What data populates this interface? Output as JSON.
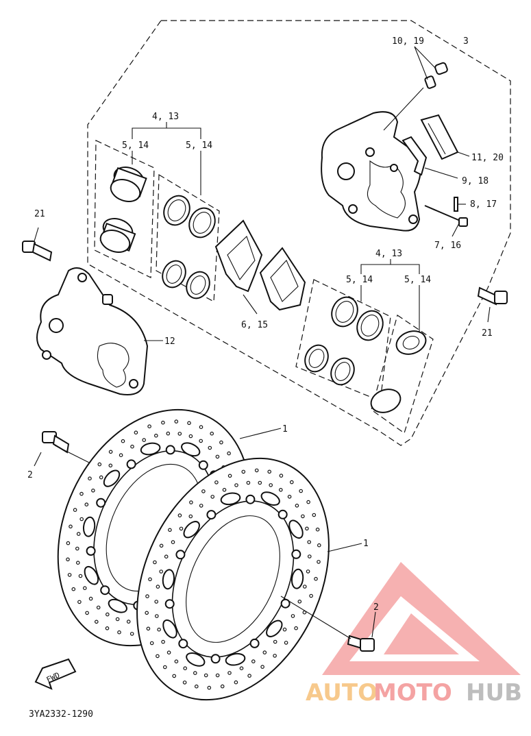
{
  "labels": {
    "l_10_19": "10, 19",
    "l_3": "3",
    "l_4_13_top": "4, 13",
    "l_5_14_a": "5, 14",
    "l_5_14_b": "5, 14",
    "l_11_20": "11, 20",
    "l_9_18": "9, 18",
    "l_8_17": "8, 17",
    "l_7_16": "7, 16",
    "l_21_left": "21",
    "l_21_right": "21",
    "l_4_13_mid": "4, 13",
    "l_5_14_c": "5, 14",
    "l_5_14_d": "5, 14",
    "l_6_15": "6, 15",
    "l_12": "12",
    "l_1_top": "1",
    "l_1_bottom": "1",
    "l_2_left": "2",
    "l_2_right": "2",
    "fwd": "FWD",
    "diagram_code": "3YA2332-1290"
  },
  "watermark": {
    "part1": "AUTO",
    "part2": "MOTO",
    "part3": "HUB",
    "color_auto": "#f7c98c",
    "color_moto": "#f4a3a3",
    "color_hub": "#bdbdbd"
  }
}
